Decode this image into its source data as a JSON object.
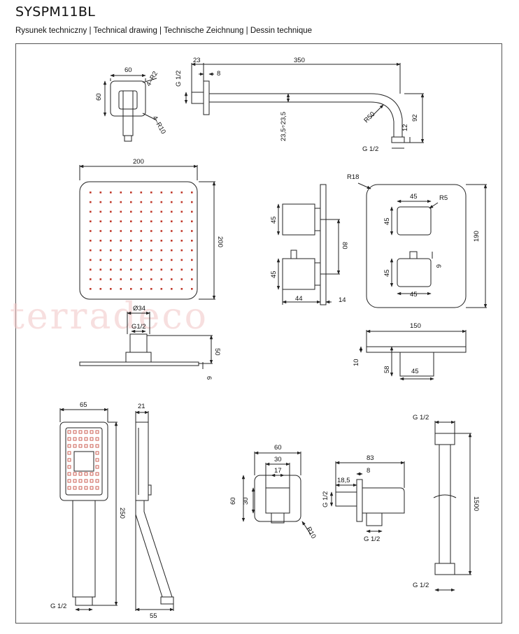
{
  "header": {
    "title": "SYSPM11BL",
    "subtitle": "Rysunek techniczny | Technical drawing | Technische Zeichnung | Dessin technique"
  },
  "watermark": "terradeco",
  "dims": {
    "wall_outlet_top": {
      "w": "60",
      "h": "60",
      "r_small": "4–R2",
      "r_big": "4–R10"
    },
    "arm": {
      "d23": "23",
      "d350": "350",
      "g_left": "G 1/2",
      "d8": "8",
      "r50": "R50",
      "d235": "23,5÷23,5",
      "d92": "92",
      "d12": "12",
      "g_bottom": "G 1/2"
    },
    "head_front": {
      "w": "200",
      "h": "200"
    },
    "head_side": {
      "dia": "Ø34",
      "g": "G1/2",
      "h50": "50",
      "h6": "6"
    },
    "mixer_side": {
      "h45a": "45",
      "h80": "80",
      "h45b": "45",
      "w44": "44",
      "w14": "14"
    },
    "mixer_front": {
      "r18": "R18",
      "w45a": "45",
      "r5": "R5",
      "h45a": "45",
      "h45b": "45",
      "d6": "6",
      "w45b": "45",
      "h190": "190"
    },
    "mixer_top": {
      "w150": "150",
      "h10": "10",
      "h58": "58",
      "w45": "45"
    },
    "hand_shower": {
      "w65": "65",
      "h250": "250",
      "g": "G 1/2"
    },
    "hand_side": {
      "w21": "21",
      "w55": "55"
    },
    "elbow_front": {
      "w60": "60",
      "w30": "30",
      "w17": "17",
      "h60": "60",
      "h30": "30",
      "r10": "R10"
    },
    "elbow_side": {
      "w83": "83",
      "w8": "8",
      "w185": "18,5",
      "g_left": "G 1/2",
      "g_bottom": "G 1/2"
    },
    "hose": {
      "g_top": "G 1/2",
      "len": "1500",
      "g_bottom": "G 1/2"
    }
  }
}
